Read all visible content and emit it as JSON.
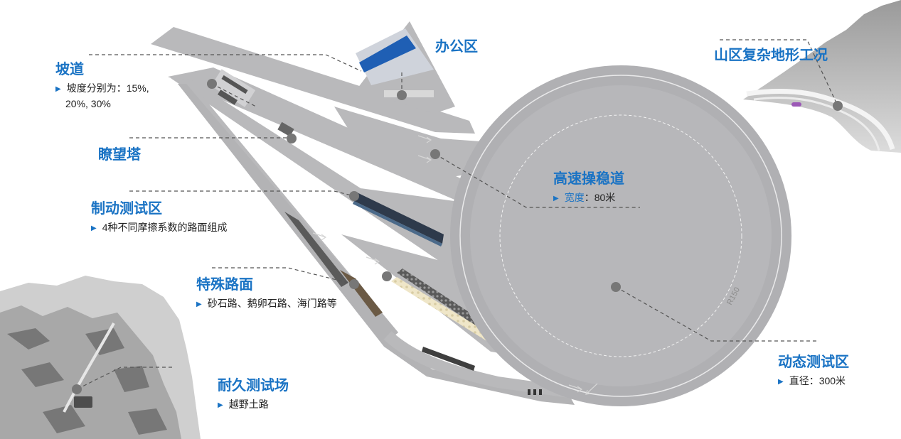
{
  "zones": {
    "ramp": {
      "title": "坡道",
      "desc1": "坡度分别为：15%,",
      "desc2": "20%, 30%"
    },
    "tower": {
      "title": "瞭望塔"
    },
    "office": {
      "title": "办公区"
    },
    "mountain": {
      "title": "山区复杂地形工况"
    },
    "highspeed": {
      "title": "高速操稳道",
      "desc_label": "宽度",
      "desc_value": "：80米"
    },
    "brake": {
      "title": "制动测试区",
      "desc": "4种不同摩擦系数的路面组成"
    },
    "special": {
      "title": "特殊路面",
      "desc": "砂石路、鹅卵石路、海门路等"
    },
    "dynamic": {
      "title": "动态测试区",
      "desc": "直径：300米"
    },
    "durability": {
      "title": "耐久测试场",
      "desc": "越野土路"
    }
  },
  "track_marking": "R150",
  "colors": {
    "accent": "#1a73c4",
    "road": "#b9b9bb",
    "road_dark": "#a9a9ab",
    "marker": "#777777"
  }
}
